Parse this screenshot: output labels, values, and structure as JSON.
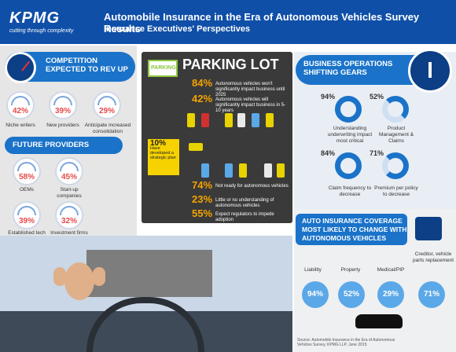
{
  "header": {
    "logo": "KPMG",
    "tagline": "cutting through complexity",
    "title": "Automobile Insurance in the Era of Autonomous Vehicles Survey Results",
    "subtitle": "Insurance Executives' Perspectives"
  },
  "competition": {
    "heading": "COMPETITION EXPECTED TO REV UP",
    "items": [
      {
        "value": "42%",
        "label": "Niche writers"
      },
      {
        "value": "39%",
        "label": "New providers"
      },
      {
        "value": "29%",
        "label": "Anticipate increased consolidation"
      }
    ]
  },
  "future_providers": {
    "heading": "FUTURE PROVIDERS",
    "items": [
      {
        "value": "58%",
        "label": "OEMs"
      },
      {
        "value": "45%",
        "label": "Start-up companies"
      },
      {
        "value": "39%",
        "label": "Established tech firms"
      },
      {
        "value": "32%",
        "label": "Investment firms"
      }
    ]
  },
  "parking": {
    "badge": "PARKING",
    "title": "PARKING LOT",
    "stats_top": [
      {
        "value": "84%",
        "text": "Autonomous vehicles won't significantly impact business until 2025"
      },
      {
        "value": "42%",
        "text": "Autonomous vehicles will significantly impact business in 5-10 years"
      }
    ],
    "strategic": {
      "value": "10%",
      "text": "Have developed a strategic plan"
    },
    "stats_bottom": [
      {
        "value": "74%",
        "text": "Not ready for autonomous vehicles"
      },
      {
        "value": "23%",
        "text": "Little or no understanding of autonomous vehicles"
      },
      {
        "value": "55%",
        "text": "Expect regulators to impede adoption"
      }
    ]
  },
  "business_ops": {
    "heading": "BUSINESS OPERATIONS SHIFTING GEARS",
    "items": [
      {
        "value": "94%",
        "label": "Understanding underwriting impact most critical"
      },
      {
        "value": "52%",
        "label": "Product Management & Claims"
      },
      {
        "value": "84%",
        "label": "Claim frequency to decrease"
      },
      {
        "value": "71%",
        "label": "Premium per policy to decrease"
      }
    ]
  },
  "coverage": {
    "heading": "AUTO INSURANCE COVERAGE MOST LIKELY TO CHANGE WITH AUTONOMOUS VEHICLES",
    "items": [
      {
        "value": "94%",
        "label": "Liability"
      },
      {
        "value": "52%",
        "label": "Property"
      },
      {
        "value": "29%",
        "label": "Medical/PIP"
      },
      {
        "value": "71%",
        "label": "Creditor, vehicle parts replacement"
      }
    ]
  },
  "source": "Source: Automobile Insurance in the Era of Autonomous Vehicles Survey, KPMG LLP, June 2015",
  "colors": {
    "brand": "#0f4fa8",
    "accent": "#1a73c9",
    "highlight": "#f5a300",
    "alert": "#e84a4a"
  }
}
